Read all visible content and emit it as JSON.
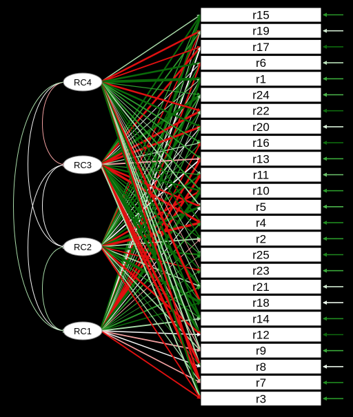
{
  "factors": [
    {
      "label": "RC4"
    },
    {
      "label": "RC3"
    },
    {
      "label": "RC2"
    },
    {
      "label": "RC1"
    }
  ],
  "items": [
    {
      "label": "r15",
      "resid": "#2a9a2a"
    },
    {
      "label": "r19",
      "resid": "#cfe8cf"
    },
    {
      "label": "r17",
      "resid": "#0e6b0e"
    },
    {
      "label": "r6",
      "resid": "#b8e0b8"
    },
    {
      "label": "r1",
      "resid": "#3aa83a"
    },
    {
      "label": "r24",
      "resid": "#4db84d"
    },
    {
      "label": "r22",
      "resid": "#0e6b0e"
    },
    {
      "label": "r20",
      "resid": "#d8efd8"
    },
    {
      "label": "r16",
      "resid": "#0e6b0e"
    },
    {
      "label": "r13",
      "resid": "#3aa83a"
    },
    {
      "label": "r11",
      "resid": "#6cc46c"
    },
    {
      "label": "r10",
      "resid": "#2a9a2a"
    },
    {
      "label": "r5",
      "resid": "#4db84d"
    },
    {
      "label": "r4",
      "resid": "#1f8a1f"
    },
    {
      "label": "r2",
      "resid": "#2a9a2a"
    },
    {
      "label": "r25",
      "resid": "#1f8a1f"
    },
    {
      "label": "r23",
      "resid": "#3aa83a"
    },
    {
      "label": "r21",
      "resid": "#cfe8cf"
    },
    {
      "label": "r18",
      "resid": "#eaf6ea"
    },
    {
      "label": "r14",
      "resid": "#1f8a1f"
    },
    {
      "label": "r12",
      "resid": "#0e6b0e"
    },
    {
      "label": "r9",
      "resid": "#3aa83a"
    },
    {
      "label": "r8",
      "resid": "#eaf6ea"
    },
    {
      "label": "r7",
      "resid": "#1f8a1f"
    },
    {
      "label": "r3",
      "resid": "#2a9a2a"
    }
  ],
  "colors": {
    "positive_strong": "#0a6a0a",
    "positive_mid": "#2e9e2e",
    "positive_weak": "#a9dca9",
    "negative_strong": "#e01010",
    "negative_weak": "#f2a0a0",
    "neutral": "#f4f4f4"
  }
}
